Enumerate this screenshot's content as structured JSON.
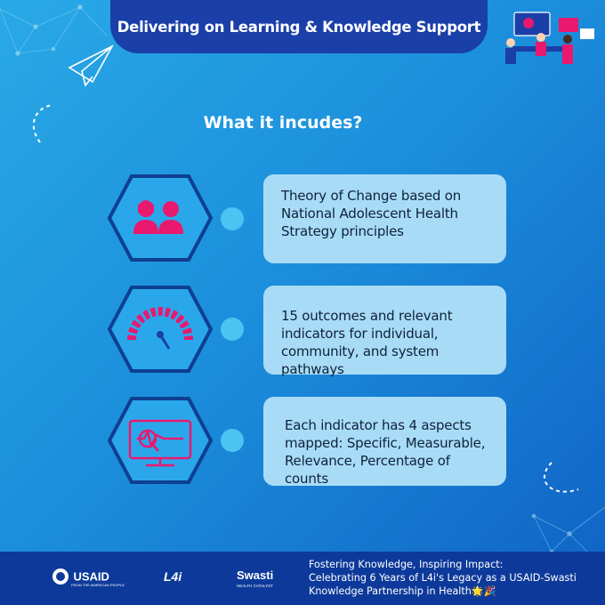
{
  "header": {
    "title": "Delivering on Learning & Knowledge Support"
  },
  "section": {
    "heading": "What it incudes?"
  },
  "items": [
    {
      "icon": "people-icon",
      "text_lines": [
        "Theory of Change based on",
        "National Adolescent Health",
        "Strategy principles"
      ]
    },
    {
      "icon": "gauge-icon",
      "text_lines": [
        "15 outcomes and relevant",
        "indicators for individual,",
        "community, and system pathways"
      ]
    },
    {
      "icon": "monitor-analytics-icon",
      "text_lines": [
        "Each indicator has 4 aspects",
        "mapped: Specific, Measurable,",
        "Relevance, Percentage of counts"
      ]
    }
  ],
  "footer": {
    "logos": {
      "usaid": "USAID",
      "usaid_tagline": "FROM THE AMERICAN PEOPLE",
      "l4i": "L4i",
      "swasti": "Swasti",
      "swasti_tagline": "HEALTH CATALYST"
    },
    "text_lines": [
      "Fostering Knowledge, Inspiring Impact:",
      "Celebrating 6 Years of L4i's Legacy as a USAID-Swasti",
      "Knowledge Partnership in Health🌟🎉"
    ]
  },
  "colors": {
    "accent": "#e8196f",
    "title_bar": "#1a3fa8",
    "card": "#a8dcf6",
    "footer": "#0d3a9a",
    "hex_border": "#0e3f92"
  }
}
